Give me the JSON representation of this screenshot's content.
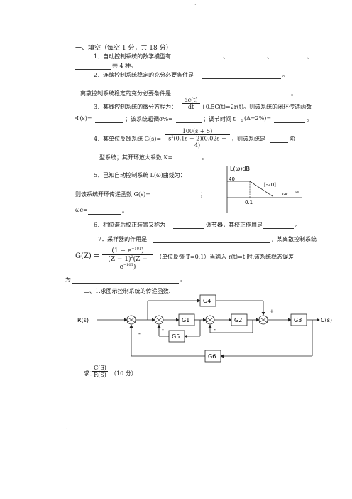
{
  "header_dot": "·",
  "footer_dot": ".",
  "section1": {
    "heading": "一、填空（每空 1 分，共 18 分）",
    "q1": {
      "prefix": "1．自动控制系统的数学模型有",
      "sep1": "、",
      "sep2": "、",
      "sep3": "、",
      "suffix": "共 4 种。"
    },
    "q2": {
      "prefix": "2．连续控制系统稳定的充分必要条件是",
      "suffix": "。"
    },
    "q_discrete": {
      "prefix": "离散控制系统稳定的充分必要条件是",
      "suffix": "。"
    },
    "q3": {
      "prefix": "3．某线控制系统的微分方程为：",
      "frac_num": "dc(t)",
      "frac_den": "dt",
      "after_frac": "+0.5C(t)=2r(t)。则该系统的闭环传递函数",
      "line2_prefix": "Φ(s)=",
      "line2_mid1": "；该系统超调σ%=",
      "line2_mid2": "；调节时间 t",
      "ts_sub": "s",
      "line2_mid3": "(Δ=2%)=",
      "line2_suffix": "。"
    },
    "q4": {
      "prefix": "4．某单位反馈系统 G(s)=",
      "frac_num": "100(s + 5)",
      "frac_den_pre": "s",
      "frac_den_sup": "2",
      "frac_den_post": "(0.1s + 2)(0.02s + 4)",
      "mid": "，则该系统是",
      "mid2": "阶",
      "line2": "型系统；其开环放大系数 K=",
      "line2_suffix": "。"
    },
    "q5": {
      "prefix": "5．已知自动控制系统 L(ω)曲线为：",
      "line2": "则该系统开环传递函数 G(s)=",
      "line2_suffix": "；",
      "line3": "ωc=",
      "line3_suffix": "。",
      "graph": {
        "ylabel": "L(ω)dB",
        "y_value": "40",
        "slope": "[-20]",
        "x_value": "0.1",
        "wc_label": "ωc",
        "w_label": "ω"
      }
    },
    "q6": {
      "prefix": "6．相位滞后校正装置又称为",
      "mid": "调节器，其校正作用是",
      "suffix": "。"
    },
    "q7": {
      "prefix": "7．采样器的作用是",
      "suffix": "，某离散控制系统",
      "gz": "G(Z) =",
      "num": "(1 − e",
      "num_sup": "−10T",
      "num_end": ")",
      "den": "(Z − 1)",
      "den_sup": "2",
      "den_mid": "(Z − e",
      "den_sup2": "−10T",
      "den_end": ")",
      "after": "（单位反馈 T=0.1）当输入 r(t)=t 时.该系统稳态误差",
      "line2_prefix": "为",
      "line2_suffix": "。"
    }
  },
  "section2": {
    "heading": "二、1.求图示控制系统的传递函数.",
    "diagram": {
      "input": "R(s)",
      "output": "C(s)",
      "blocks": [
        "G1",
        "G2",
        "G3",
        "G4",
        "G5",
        "G6"
      ],
      "signs": {
        "minus1": "-",
        "minus2": "-",
        "minus3": "-",
        "plus": "+"
      }
    },
    "ask_prefix": "求：",
    "ask_num": "C(S)",
    "ask_den": "R(S)",
    "ask_points": "（10 分）"
  }
}
